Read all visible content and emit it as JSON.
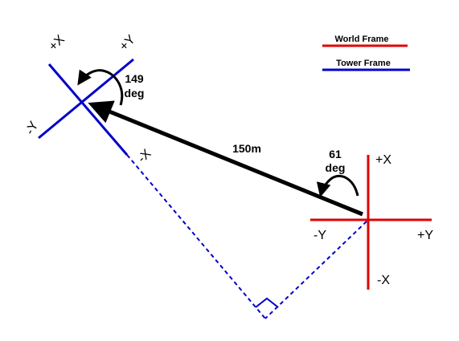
{
  "legend": {
    "world_label": "World Frame",
    "tower_label": "Tower Frame"
  },
  "colors": {
    "world_frame": "#e00000",
    "tower_frame": "#0000c8",
    "arrow": "#000000",
    "background": "#ffffff"
  },
  "tower_frame": {
    "pos_x": "+X",
    "pos_y": "+Y",
    "neg_x": "-X",
    "neg_y": "-Y",
    "angle_value": "149",
    "angle_unit": "deg"
  },
  "world_frame": {
    "pos_x": "+X",
    "pos_y": "+Y",
    "neg_x": "-X",
    "neg_y": "-Y",
    "angle_value": "61",
    "angle_unit": "deg"
  },
  "distance_label": "150m"
}
